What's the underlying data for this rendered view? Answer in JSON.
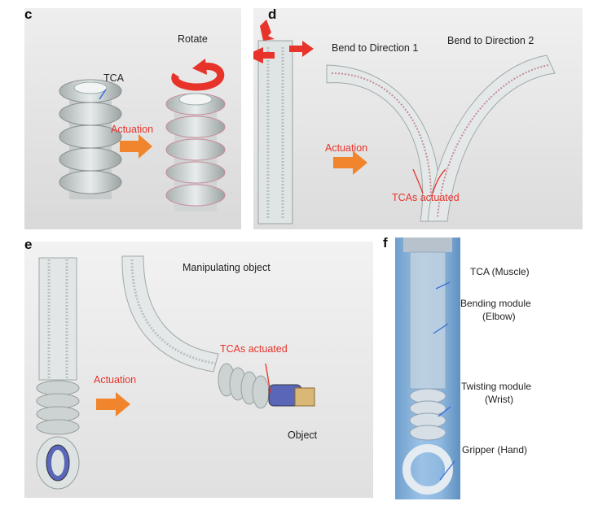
{
  "panels": {
    "c": {
      "label": "c",
      "tca": "TCA",
      "rotate": "Rotate",
      "actuation": "Actuation"
    },
    "d": {
      "label": "d",
      "bend1": "Bend to Direction 1",
      "bend2": "Bend to Direction 2",
      "actuation": "Actuation",
      "tcas_actuated": "TCAs actuated"
    },
    "e": {
      "label": "e",
      "manipulating": "Manipulating object",
      "tcas_actuated": "TCAs actuated",
      "actuation": "Actuation",
      "object": "Object"
    },
    "f": {
      "label": "f",
      "tca_muscle": "TCA (Muscle)",
      "bending_1": "Bending module",
      "bending_2": "(Elbow)",
      "twisting_1": "Twisting module",
      "twisting_2": "(Wrist)",
      "gripper": "Gripper (Hand)"
    }
  },
  "colors": {
    "annotation_red": "#e8332a",
    "arrow_orange": "#f0852d",
    "pointer_blue": "#3a6fd8",
    "tca_pink": "#e8a0b0"
  }
}
